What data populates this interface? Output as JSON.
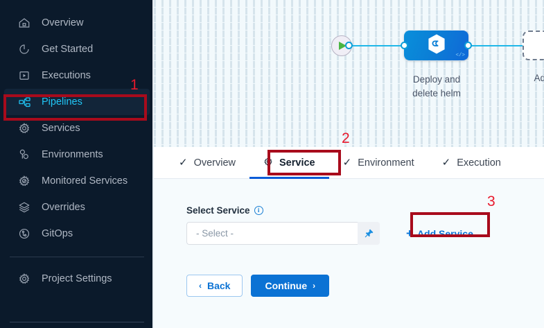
{
  "sidebar": {
    "items": [
      {
        "label": "Overview",
        "icon": "home-icon",
        "active": false
      },
      {
        "label": "Get Started",
        "icon": "get-started-icon",
        "active": false
      },
      {
        "label": "Executions",
        "icon": "executions-icon",
        "active": false
      },
      {
        "label": "Pipelines",
        "icon": "pipelines-icon",
        "active": true
      },
      {
        "label": "Services",
        "icon": "services-gear-icon",
        "active": false
      },
      {
        "label": "Environments",
        "icon": "environments-icon",
        "active": false
      },
      {
        "label": "Monitored Services",
        "icon": "monitored-services-icon",
        "active": false
      },
      {
        "label": "Overrides",
        "icon": "overrides-layers-icon",
        "active": false
      },
      {
        "label": "GitOps",
        "icon": "gitops-icon",
        "active": false
      }
    ],
    "settings": {
      "label": "Project Settings",
      "icon": "settings-gear-icon"
    },
    "active_color": "#20c5f5",
    "background": "#0b1a2b"
  },
  "canvas": {
    "start_node": "start-play-node",
    "end_node": "end-stop-node",
    "stage": {
      "label_line1": "Deploy and",
      "label_line2": "delete helm",
      "icon": "harness-hexagon-icon",
      "code_badge": "</>",
      "color": "#0b7fd6"
    },
    "add_stage": {
      "label": "Add Stage",
      "icon": "plus-icon"
    }
  },
  "tabs": [
    {
      "label": "Overview",
      "icon": "check-icon",
      "active": false
    },
    {
      "label": "Service",
      "icon": "gear-icon",
      "active": true
    },
    {
      "label": "Environment",
      "icon": "check-icon",
      "active": false
    },
    {
      "label": "Execution",
      "icon": "check-icon",
      "active": false
    }
  ],
  "form": {
    "select_service_label": "Select Service",
    "info_icon_char": "i",
    "select_placeholder": "- Select -",
    "pin_icon": "pin-icon",
    "add_service_label": "Add Service",
    "add_service_plus": "+",
    "back_label": "Back",
    "back_chevron": "‹",
    "continue_label": "Continue",
    "continue_chevron": "›"
  },
  "annotations": [
    {
      "number": "1",
      "target": "sidebar-item-pipelines"
    },
    {
      "number": "2",
      "target": "tab-service"
    },
    {
      "number": "3",
      "target": "add-service-link"
    }
  ],
  "colors": {
    "annotation_red": "#a80b1c",
    "annotation_number_red": "#e8192c",
    "primary_blue": "#0b72d4",
    "wire_blue": "#20b7e8"
  }
}
